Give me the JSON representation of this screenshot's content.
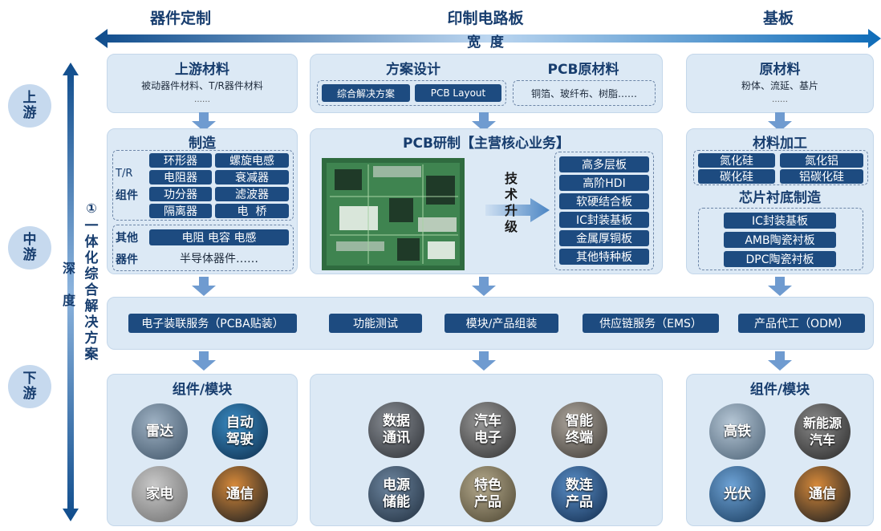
{
  "top_headers": {
    "left": "器件定制",
    "center": "印制电路板",
    "right": "基板"
  },
  "width_label": "宽  度",
  "depth_label": "深\n\n度",
  "solution_label_num": "①",
  "solution_label_text": "一\n体\n化\n综\n合\n解\n决\n方\n案",
  "stages": {
    "upstream": "上\n游",
    "midstream": "中\n游",
    "downstream": "下\n游"
  },
  "upstream_materials": {
    "title": "上游材料",
    "text": "被动器件材料、T/R器件材料",
    "dots": "……"
  },
  "solution_design": {
    "title": "方案设计",
    "btn1": "综合解决方案",
    "btn2": "PCB Layout"
  },
  "pcb_raw": {
    "title": "PCB原材料",
    "text": "铜箔、玻纤布、树脂……"
  },
  "raw_materials": {
    "title": "原材料",
    "text": "粉体、流延、基片",
    "dots": "……"
  },
  "manufacturing": {
    "title": "制造",
    "tr_label_1": "T/R",
    "tr_label_2": "组件",
    "tr_items": [
      "环形器",
      "螺旋电感",
      "电阻器",
      "衰减器",
      "功分器",
      "滤波器",
      "隔离器",
      "电  桥"
    ],
    "other_label_1": "其他",
    "other_label_2": "器件",
    "other_pill": "电阻 电容 电感",
    "other_text": "半导体器件……"
  },
  "pcb_rd": {
    "title": "PCB研制【主营核心业务】",
    "upgrade": "技\n术\n升\n级",
    "products": [
      "高多层板",
      "高阶HDI",
      "软硬结合板",
      "IC封装基板",
      "金属厚铜板",
      "其他特种板"
    ]
  },
  "material_processing": {
    "title": "材料加工",
    "items": [
      "氮化硅",
      "氮化铝",
      "碳化硅",
      "铝碳化硅"
    ],
    "subtitle": "芯片衬底制造",
    "substrates": [
      "IC封装基板",
      "AMB陶瓷衬板",
      "DPC陶瓷衬板"
    ]
  },
  "services": [
    "电子装联服务（PCBA贴装）",
    "功能测试",
    "模块/产品组装",
    "供应链服务（EMS）",
    "产品代工（ODM）"
  ],
  "downstream_left": {
    "title": "组件/模块",
    "items": [
      "雷达",
      "自动\n驾驶",
      "家电",
      "通信"
    ]
  },
  "downstream_center": {
    "items": [
      "数据\n通讯",
      "汽车\n电子",
      "智能\n终端",
      "电源\n储能",
      "特色\n产品",
      "数连\n产品"
    ]
  },
  "downstream_right": {
    "title": "组件/模块",
    "items": [
      "高铁",
      "新能源\n汽车",
      "光伏",
      "通信"
    ]
  },
  "colors": {
    "primary": "#1d4b80",
    "panel": "#dce9f5",
    "arrow": "#2b6cb0",
    "badge": "#c6d9ee"
  },
  "icons": {
    "arrow_down": "down-arrow-icon",
    "arrow_horizontal": "double-arrow-icon",
    "arrow_vertical": "vertical-double-arrow-icon",
    "pcb_board": "pcb-board-image"
  }
}
